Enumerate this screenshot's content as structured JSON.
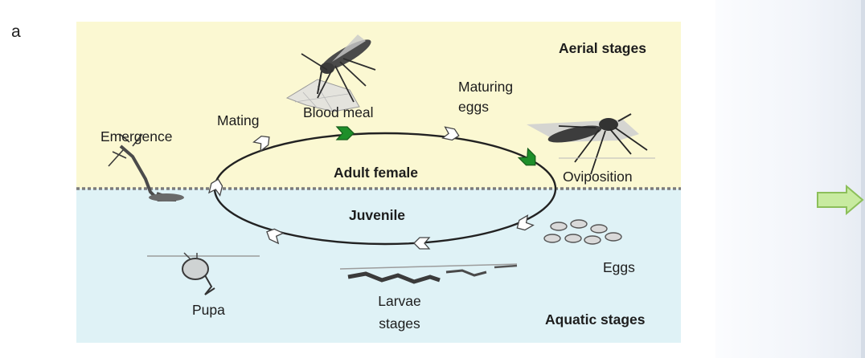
{
  "panel_label": "a",
  "diagram": {
    "aerial_label": "Aerial stages",
    "aquatic_label": "Aquatic stages",
    "adult_label": "Adult female",
    "juvenile_label": "Juvenile",
    "stages": {
      "emergence": "Emergence",
      "mating": "Mating",
      "blood_meal": "Blood meal",
      "maturing_eggs_1": "Maturing",
      "maturing_eggs_2": "eggs",
      "oviposition": "Oviposition",
      "eggs": "Eggs",
      "larvae_1": "Larvae",
      "larvae_2": "stages",
      "pupa": "Pupa"
    },
    "colors": {
      "aerial_bg": "#fbf8d2",
      "aquatic_bg": "#dff2f6",
      "highlight_arrow": "#1e8f2a",
      "next_arrow": "#c8eba0"
    }
  }
}
